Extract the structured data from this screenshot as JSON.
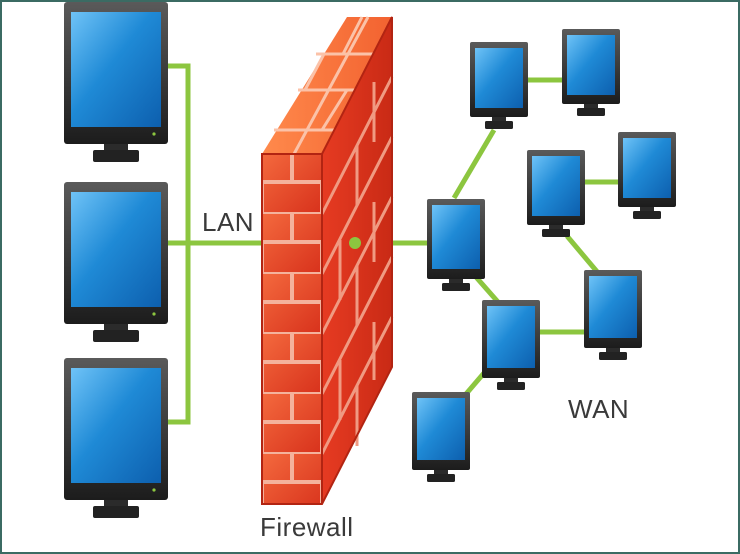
{
  "labels": {
    "lan": "LAN",
    "firewall": "Firewall",
    "wan": "WAN"
  },
  "colors": {
    "link": "#8cc63f",
    "screen": "#1f8ad6",
    "monitor_frame": "#2f2f2f",
    "brick": "#e8452a",
    "mortar": "#f2a08a"
  },
  "icons": {
    "workstation": "monitor-icon",
    "firewall": "brick-wall-icon"
  }
}
